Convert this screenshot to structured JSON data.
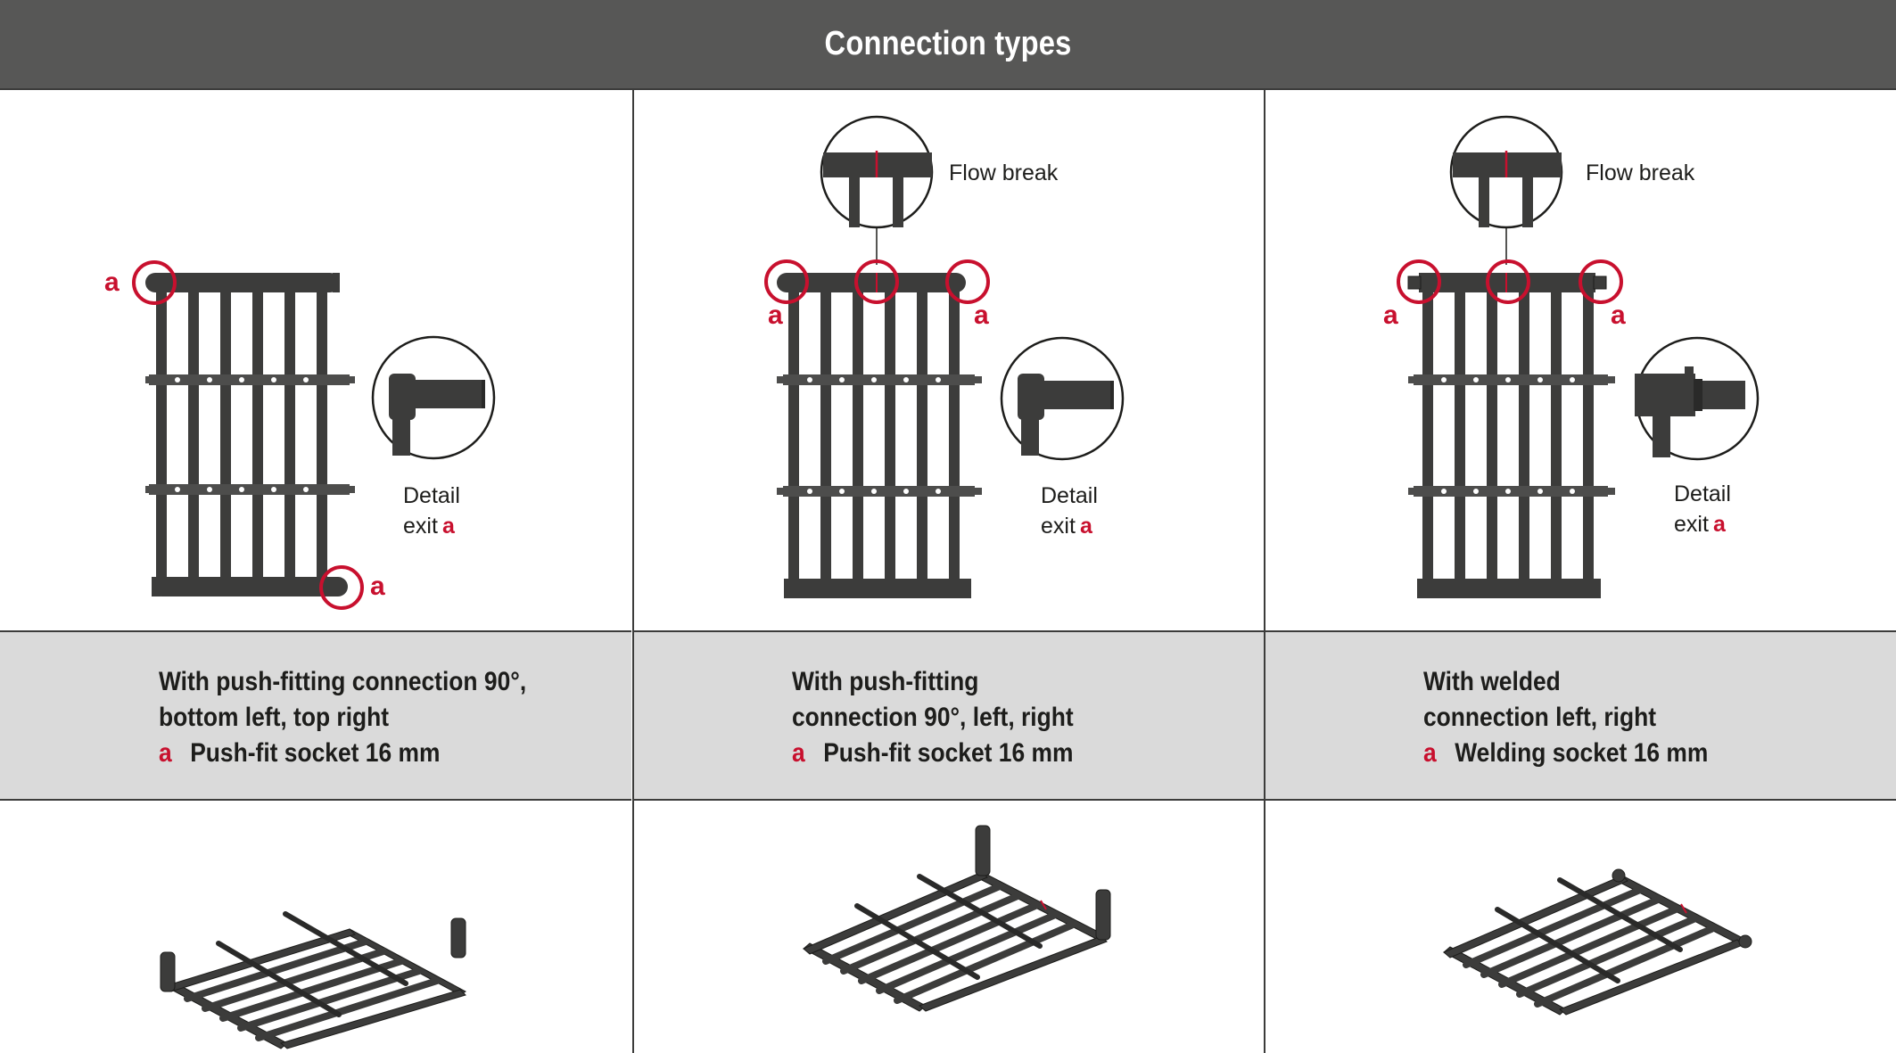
{
  "header": {
    "title": "Connection types"
  },
  "columns": [
    {
      "marker": "a",
      "detail_label": "Detail",
      "detail_exit": "exit",
      "caption": {
        "line1": "With push-fitting connection 90°,",
        "line2": "bottom left, top right",
        "item_marker": "a",
        "item_text": "Push-fit socket 16 mm"
      }
    },
    {
      "marker": "a",
      "flow_break_label": "Flow break",
      "detail_label": "Detail",
      "detail_exit": "exit",
      "caption": {
        "line1": "With push-fitting",
        "line2": "connection 90°, left, right",
        "item_marker": "a",
        "item_text": "Push-fit socket 16 mm"
      }
    },
    {
      "marker": "a",
      "flow_break_label": "Flow break",
      "detail_label": "Detail",
      "detail_exit": "exit",
      "caption": {
        "line1": "With welded",
        "line2": "connection left, right",
        "item_marker": "a",
        "item_text": "Welding socket 16 mm"
      }
    }
  ],
  "colors": {
    "header_bg": "#575756",
    "caption_bg": "#dadada",
    "accent": "#c8102e",
    "metal": "#3c3c3b"
  }
}
